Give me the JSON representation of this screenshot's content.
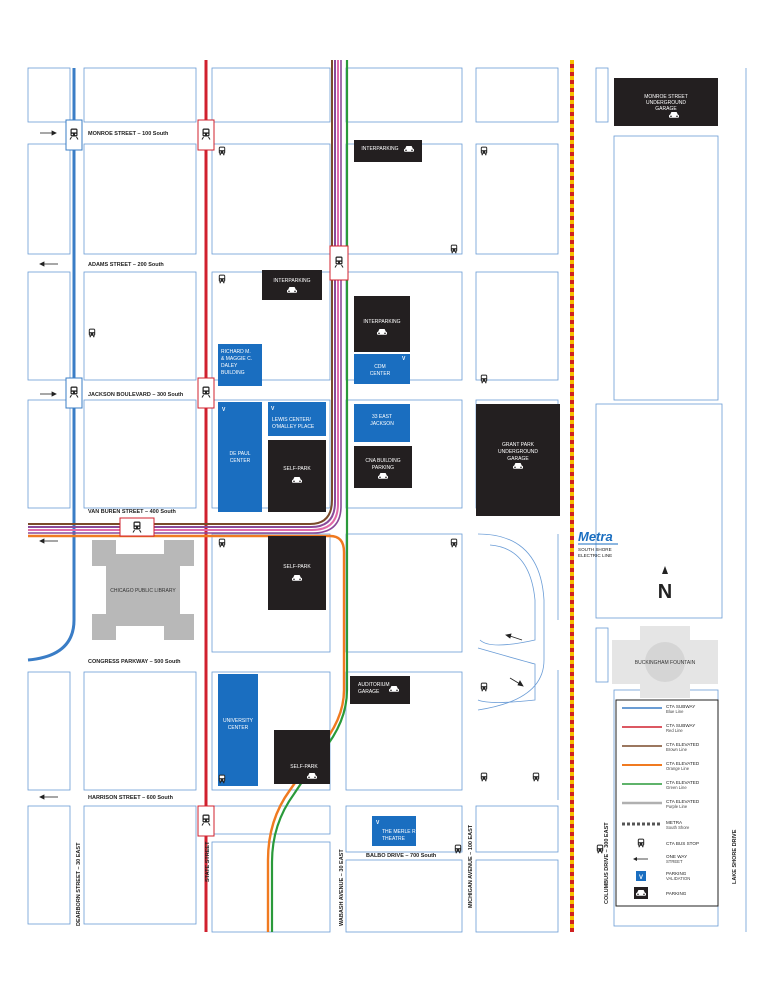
{
  "streets": {
    "monroe": "MONROE STREET – 100 South",
    "adams": "ADAMS STREET – 200 South",
    "jackson": "JACKSON BOULEVARD – 300 South",
    "van_buren": "VAN BUREN STREET – 400 South",
    "congress": "CONGRESS PARKWAY – 500 South",
    "harrison": "HARRISON STREET – 600 South",
    "balbo": "BALBO DRIVE – 700 South",
    "dearborn": "DEARBORN STREET – 30 EAST",
    "state": "STATE STREET",
    "wabash": "WABASH AVENUE – 30 EAST",
    "michigan": "MICHIGAN AVENUE – 100 EAST",
    "columbus": "COLUMBUS DRIVE – 300 EAST",
    "lake_shore": "LAKE SHORE DRIVE"
  },
  "buildings": {
    "monroe_garage": [
      "MONROE STREET",
      "UNDERGROUND",
      "GARAGE"
    ],
    "interparking_1": [
      "INTERPARKING"
    ],
    "interparking_2": [
      "INTERPARKING"
    ],
    "interparking_3": [
      "INTERPARKING"
    ],
    "daley": [
      "RICHARD M.",
      "& MAGGIE C.",
      "DALEY",
      "BUILDING"
    ],
    "cdm": [
      "CDM",
      "CENTER"
    ],
    "lewis": [
      "LEWIS CENTER/",
      "O'MALLEY PLACE"
    ],
    "east_jackson": [
      "33 EAST",
      "JACKSON"
    ],
    "depaul": [
      "DE PAUL",
      "CENTER"
    ],
    "selfpark_1": [
      "SELF-PARK"
    ],
    "cna": [
      "CNA BUILDING",
      "PARKING"
    ],
    "grant_park": [
      "GRANT PARK",
      "UNDERGROUND",
      "GARAGE"
    ],
    "library": [
      "CHICAGO PUBLIC LIBRARY"
    ],
    "selfpark_2": [
      "SELF-PARK"
    ],
    "auditorium": [
      "AUDITORIUM",
      "GARAGE"
    ],
    "university": [
      "UNIVERSITY",
      "CENTER"
    ],
    "selfpark_3": [
      "SELF-PARK"
    ],
    "merle_reskin": [
      "THE MERLE RESKIN",
      "THEATRE"
    ],
    "fountain": [
      "BUCKINGHAM FOUNTAIN"
    ]
  },
  "metra": {
    "logo": "Metra",
    "sub": [
      "SOUTH SHORE",
      "ELECTRIC LINE"
    ]
  },
  "north": "N",
  "colors": {
    "blue_line": "#3a7dc6",
    "red_line": "#d0202e",
    "brown_line": "#7a4a2a",
    "orange_line": "#f07a20",
    "green_line": "#2a9a3a",
    "purple_line": "#8a4a9a",
    "pink_line": "#e06aa8",
    "metra": "#d02020",
    "metra_dash": "#f5c000",
    "street": "#6a9cd6",
    "building_blue": "#1a6ec0",
    "building_dark": "#231f20",
    "library": "#b8b8b8"
  },
  "legend": [
    {
      "icon": "blue-line",
      "title": "CTA SUBWAY",
      "sub": "Blue Line"
    },
    {
      "icon": "red-line",
      "title": "CTA SUBWAY",
      "sub": "Red Line"
    },
    {
      "icon": "brown-line",
      "title": "CTA ELEVATED",
      "sub": "Brown Line"
    },
    {
      "icon": "orange-line",
      "title": "CTA ELEVATED",
      "sub": "Orange Line"
    },
    {
      "icon": "green-line",
      "title": "CTA ELEVATED",
      "sub": "Green Line"
    },
    {
      "icon": "purple-line",
      "title": "CTA ELEVATED",
      "sub": "Purple Line"
    },
    {
      "icon": "metra-line",
      "title": "METRA",
      "sub": "South Shore"
    },
    {
      "icon": "bus-stop-icon",
      "title": "CTA BUS STOP",
      "sub": ""
    },
    {
      "icon": "one-way-arrow-icon",
      "title": "ONE WAY",
      "sub": "STREET"
    },
    {
      "icon": "validation-icon",
      "title": "PARKING",
      "sub": "VALIDATION"
    },
    {
      "icon": "parking-car-icon",
      "title": "PARKING",
      "sub": ""
    }
  ],
  "validation_mark": "V"
}
